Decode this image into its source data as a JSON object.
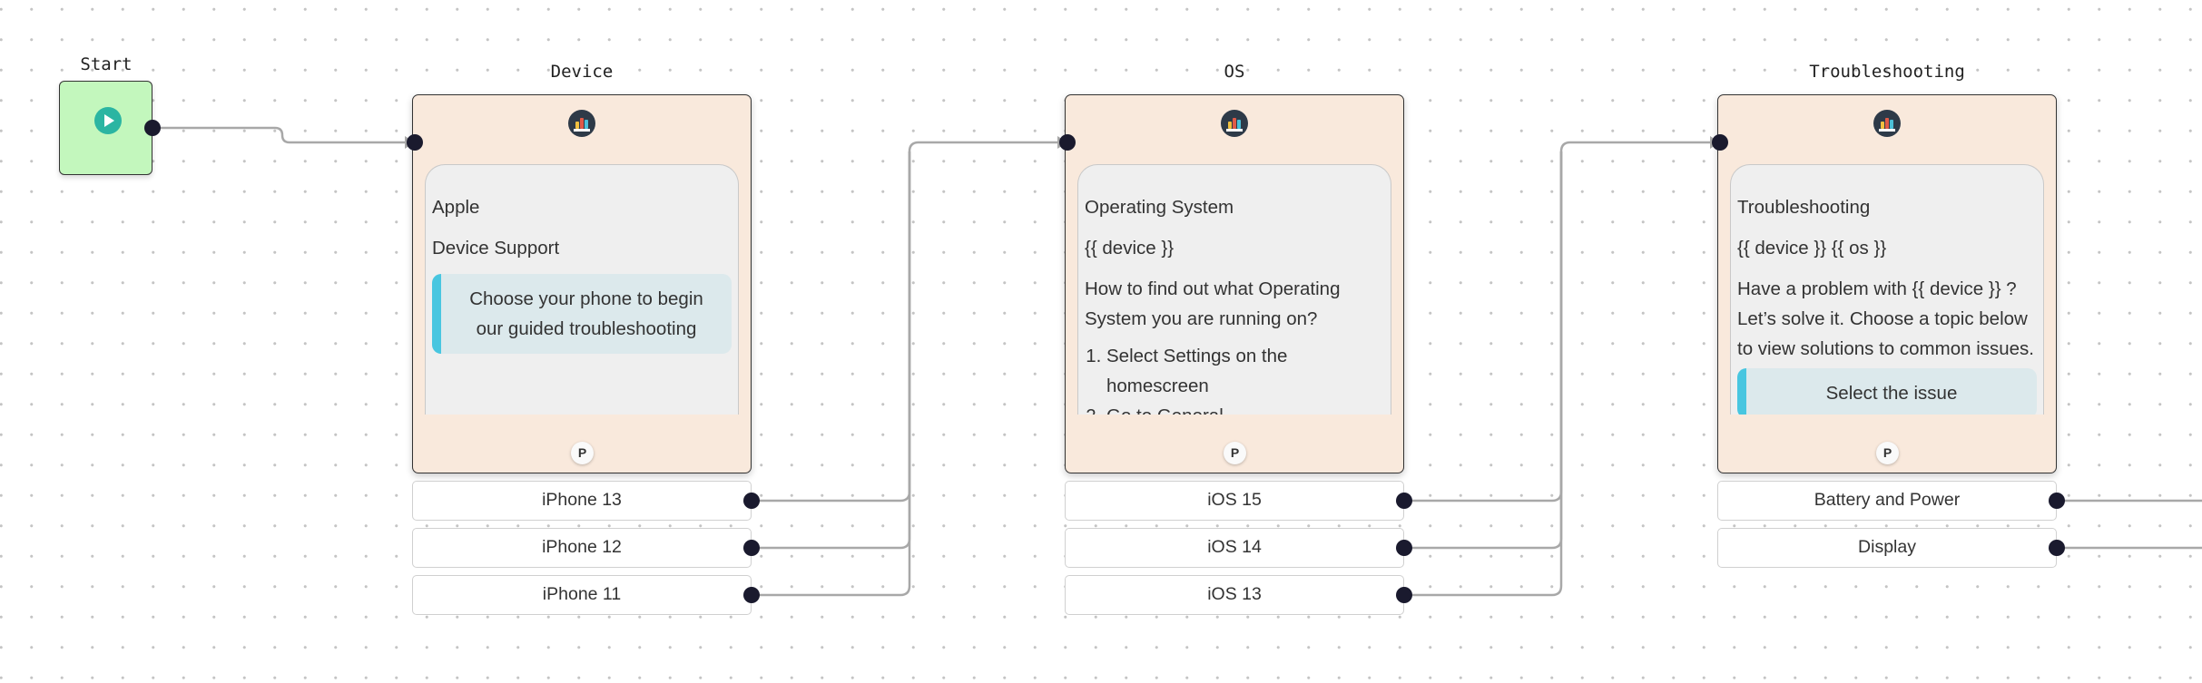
{
  "start": {
    "title": "Start"
  },
  "nodes": [
    {
      "title": "Device",
      "panel": {
        "lines": [
          "Apple",
          "Device Support"
        ],
        "quote": "Choose your phone to begin our guided troubleshooting"
      },
      "badge": "P",
      "choices": [
        "iPhone 13",
        "iPhone 12",
        "iPhone 11"
      ]
    },
    {
      "title": "OS",
      "panel": {
        "lines": [
          "Operating System",
          "{{ device }}",
          "How to find out what Operating System you are running on?"
        ],
        "list": [
          "Select Settings on the homescreen",
          "Go to General"
        ]
      },
      "badge": "P",
      "choices": [
        "iOS 15",
        "iOS 14",
        "iOS 13"
      ]
    },
    {
      "title": "Troubleshooting",
      "panel": {
        "lines": [
          "Troubleshooting",
          "{{ device }} {{ os }}",
          "Have a problem with {{ device }} ? Let’s solve it. Choose a topic below to view solutions to common issues."
        ],
        "quote": "Select the issue"
      },
      "badge": "P",
      "choices": [
        "Battery and Power",
        "Display"
      ]
    }
  ],
  "colors": {
    "start_fill": "#c3f7bd",
    "node_fill": "#f9e9dc",
    "panel_fill": "#efefef",
    "quote_fill": "#dce9ec",
    "quote_accent": "#48c6e0",
    "wire": "#a8a8a8",
    "port": "#1a1a2e"
  }
}
